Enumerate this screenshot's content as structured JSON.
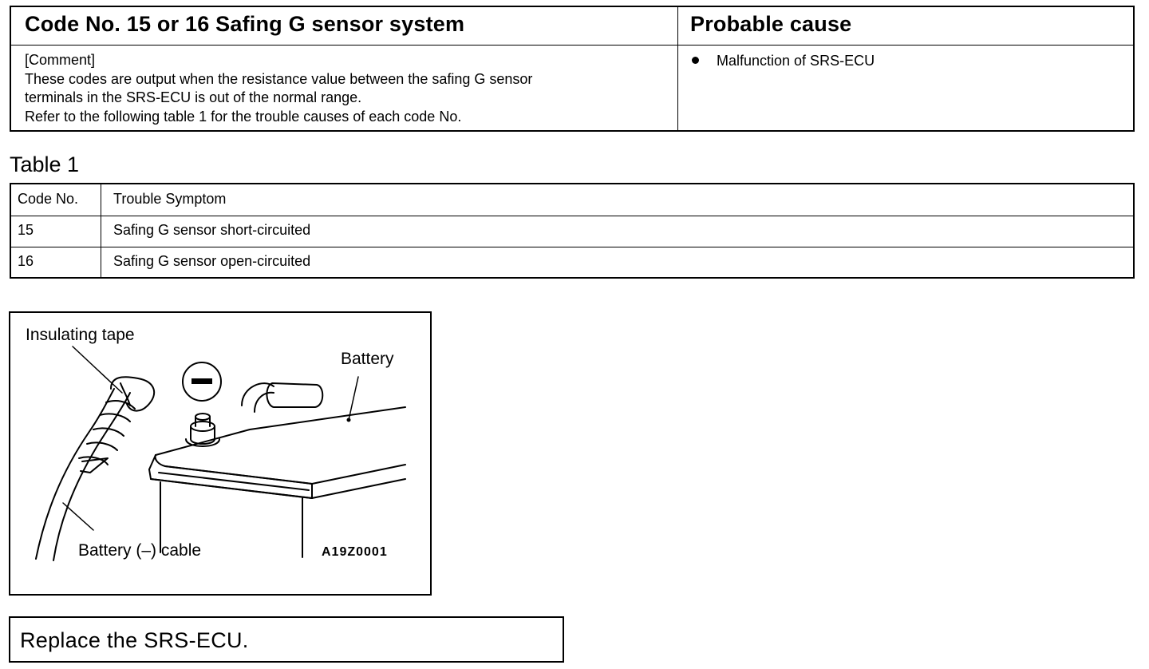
{
  "code_table": {
    "title": "Code No. 15 or 16 Safing G sensor system",
    "probable_cause_heading": "Probable cause",
    "comment_label": "[Comment]",
    "comment_lines": [
      "These codes are output when the resistance value between the safing G sensor",
      "terminals in the SRS-ECU is out of the normal range.",
      "Refer to the following table 1 for the trouble causes of each code No."
    ],
    "probable_causes": [
      "Malfunction of SRS-ECU"
    ]
  },
  "table1": {
    "caption": "Table 1",
    "headers": [
      "Code No.",
      "Trouble Symptom"
    ],
    "rows": [
      [
        "15",
        "Safing G sensor short-circuited"
      ],
      [
        "16",
        "Safing G sensor open-circuited"
      ]
    ]
  },
  "figure": {
    "label_insulating_tape": "Insulating tape",
    "label_battery": "Battery",
    "label_cable": "Battery (–) cable",
    "figure_code": "A19Z0001"
  },
  "action": {
    "text": "Replace the SRS-ECU."
  }
}
